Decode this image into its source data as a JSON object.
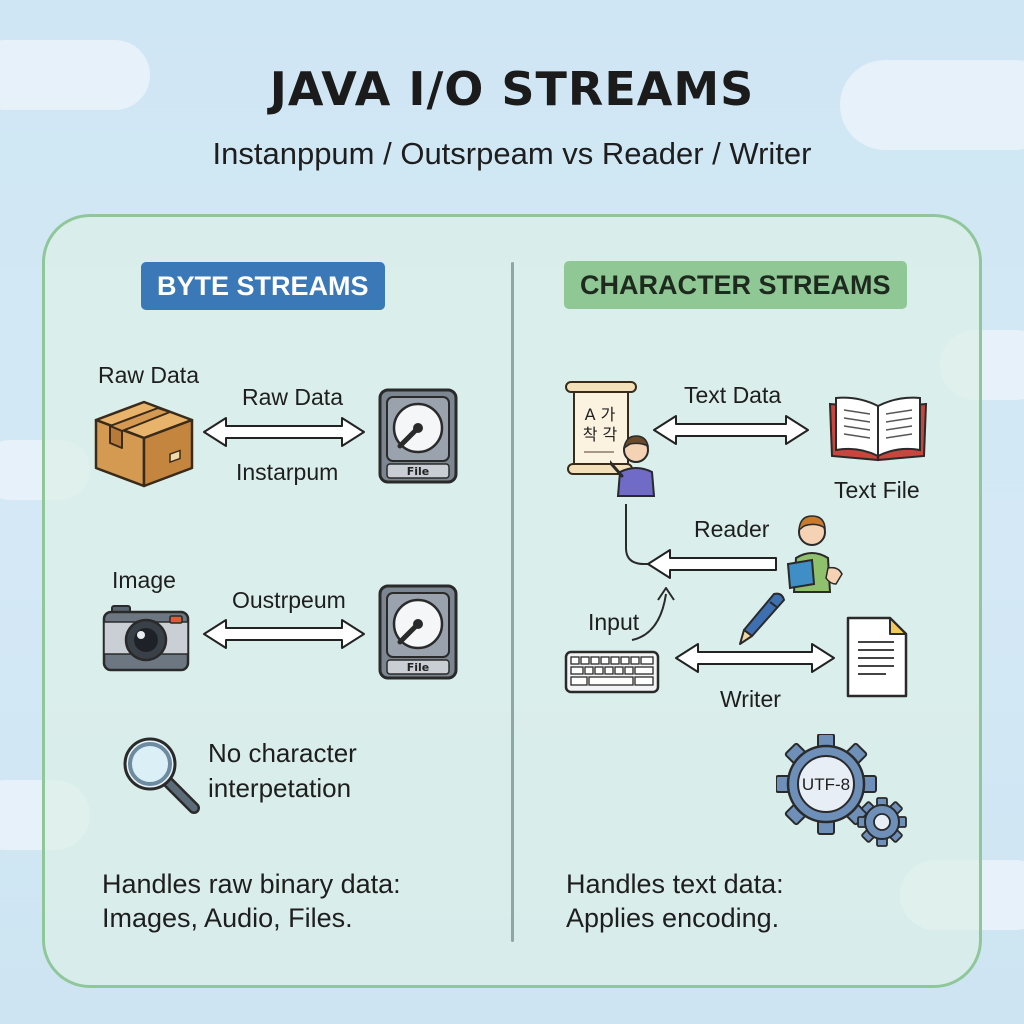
{
  "header": {
    "title": "JAVA I/O STREAMS",
    "subtitle": "Instanppum / Outsrpeam vs Reader / Writer"
  },
  "byte_streams": {
    "heading": "BYTE STREAMS",
    "raw_data_label": "Raw Data",
    "arrow1_top_label": "Raw Data",
    "arrow1_bottom_label": "Instarpum",
    "file_label": "File",
    "image_label": "Image",
    "arrow2_label": "Oustrpeum",
    "note_text": "No character interpetation",
    "summary_line1": "Handles raw binary data:",
    "summary_line2": "Images, Audio, Files."
  },
  "character_streams": {
    "heading": "CHARACTER STREAMS",
    "scroll_text_line1": "A 가",
    "scroll_text_line2": "착 각",
    "text_data_label": "Text Data",
    "text_file_label": "Text File",
    "reader_label": "Reader",
    "input_label": "Input",
    "writer_label": "Writer",
    "encoding_label": "UTF-8",
    "summary_line1": "Handles text data:",
    "summary_line2": "Applies encoding."
  },
  "colors": {
    "byte_accent": "#3a78b8",
    "char_accent": "#8fc895",
    "panel_border": "#8fc79a"
  }
}
